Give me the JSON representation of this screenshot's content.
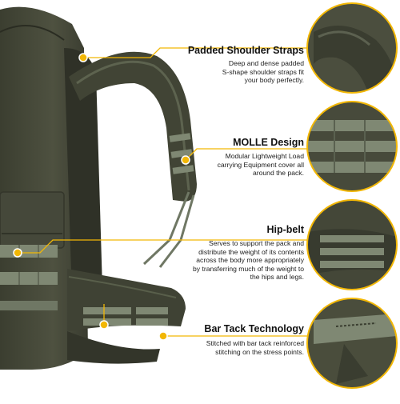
{
  "colors": {
    "accent": "#f2b705",
    "pack_olive": "#4a4d3c",
    "pack_dark": "#33352a",
    "webbing": "#7f8873"
  },
  "features": [
    {
      "title": "Padded Shoulder Straps",
      "lines": [
        "Deep and dense padded",
        "S-shape shoulder straps fit",
        "your body perfectly."
      ]
    },
    {
      "title": "MOLLE Design",
      "lines": [
        "Modular Lightweight Load",
        "carrying Equipment cover all",
        "around the pack."
      ]
    },
    {
      "title": "Hip-belt",
      "lines": [
        "Serves to support the pack and",
        "distribute the weight of its contents",
        "across the body more appropriately",
        "by transferring much of the weight to",
        "the hips and legs."
      ]
    },
    {
      "title": "Bar Tack Technology",
      "lines": [
        "Stitched with bar tack reinforced",
        "stitching on the stress points."
      ]
    }
  ]
}
